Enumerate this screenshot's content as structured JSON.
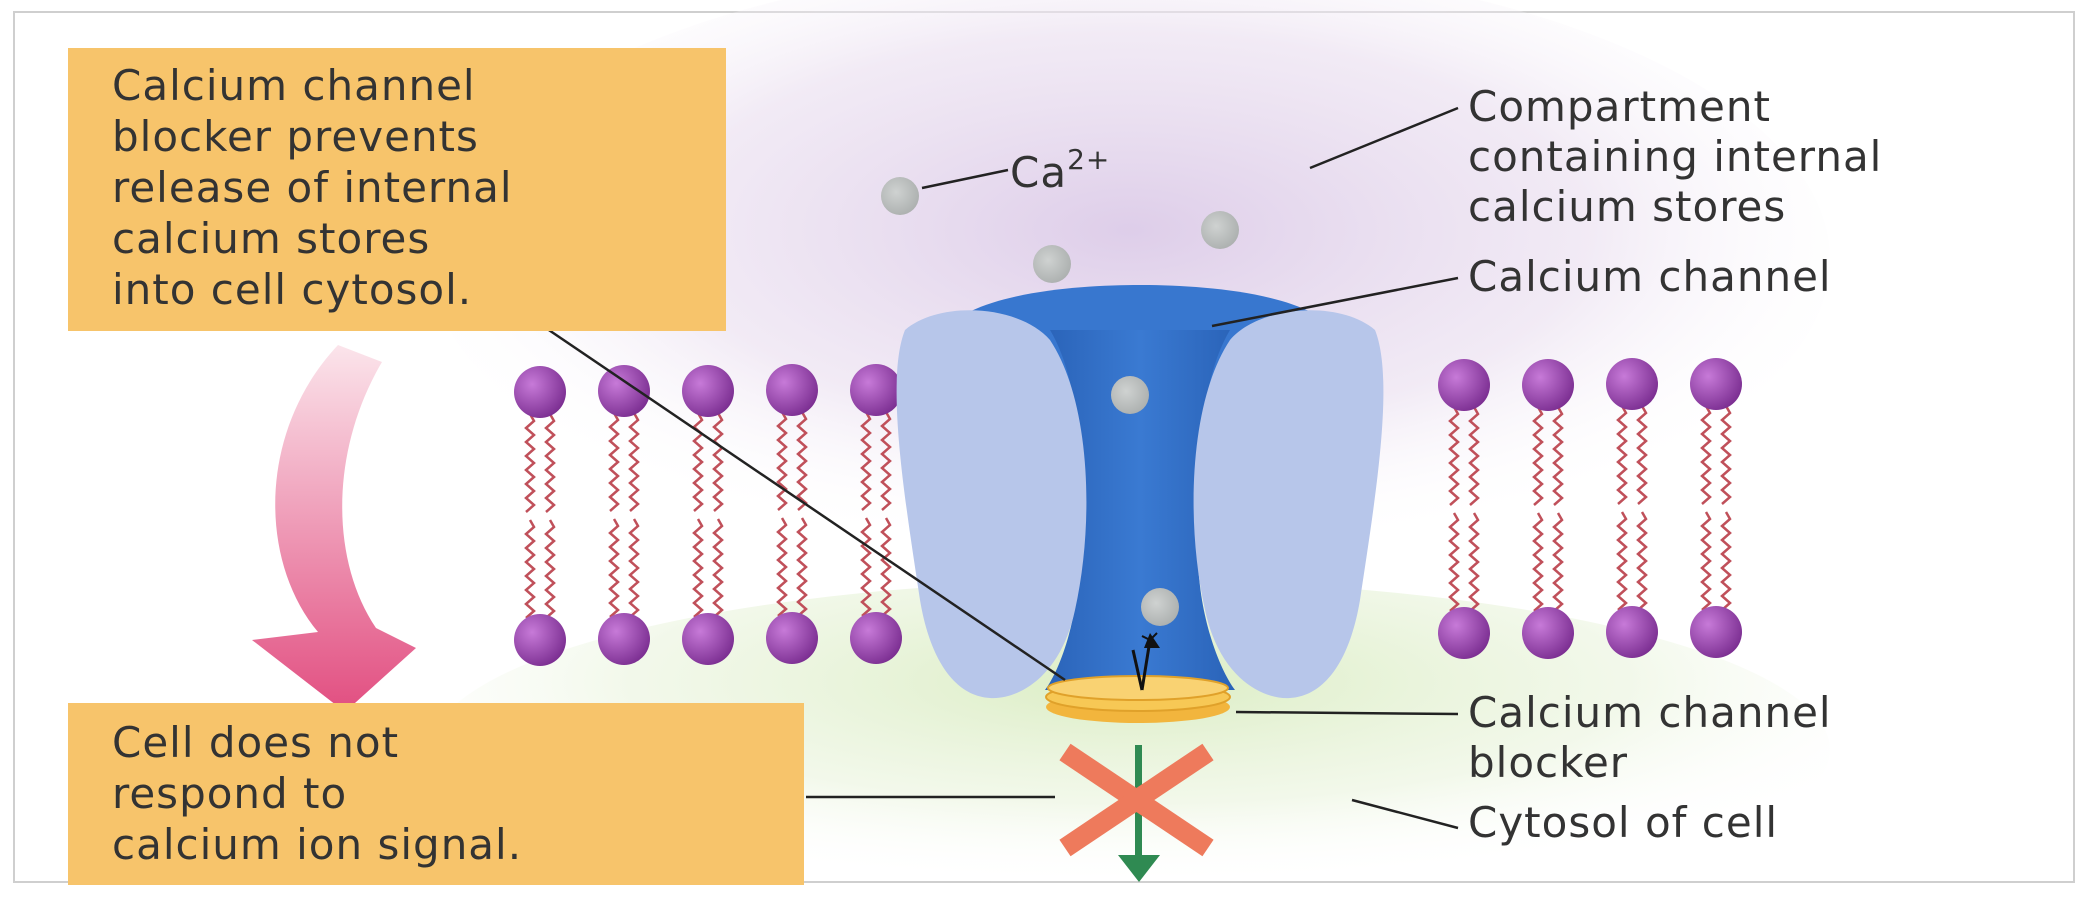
{
  "top_box": {
    "lines": [
      "Calcium channel",
      "blocker prevents",
      "release of internal",
      "calcium stores",
      "into cell cytosol."
    ]
  },
  "bottom_box": {
    "lines": [
      "Cell does not",
      "respond to",
      "calcium ion signal."
    ]
  },
  "ion_label": {
    "base": "Ca",
    "charge": "2+"
  },
  "labels": {
    "compartment": [
      "Compartment",
      "containing internal",
      "calcium stores"
    ],
    "channel": "Calcium channel",
    "blocker": [
      "Calcium channel",
      "blocker"
    ],
    "cytosol": "Cytosol of cell"
  },
  "colors": {
    "text_box": "#f7c46b",
    "phospholipid_head": "#8d3fa0",
    "phospholipid_tail": "#c0505a",
    "channel_core": "#2f6fc6",
    "channel_wings": "#b7c6ea",
    "ion": "#b8bcbb",
    "blocker": "#f2b53d",
    "down_arrow": "#e0457a",
    "blocked_cross": "#ee7a5c",
    "flow_arrow": "#2f8a52"
  }
}
